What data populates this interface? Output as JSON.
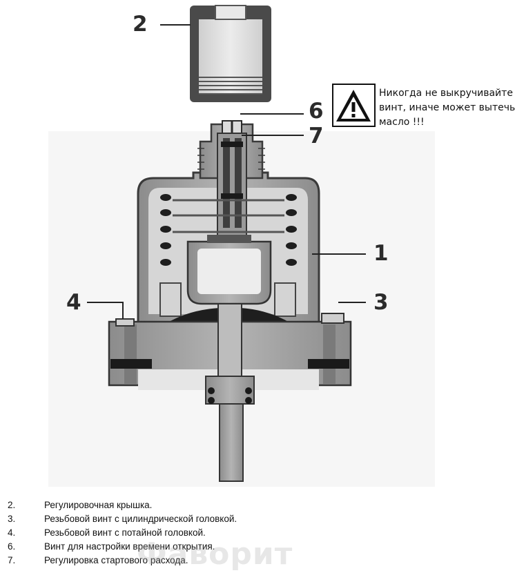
{
  "callouts": [
    {
      "id": "2",
      "label": "2"
    },
    {
      "id": "6",
      "label": "6"
    },
    {
      "id": "7",
      "label": "7"
    },
    {
      "id": "1",
      "label": "1"
    },
    {
      "id": "4",
      "label": "4"
    },
    {
      "id": "3",
      "label": "3"
    }
  ],
  "warning": {
    "icon": "warning-triangle-icon",
    "lines": [
      "Никогда не выкручивайте",
      "винт, иначе может вытечь",
      "масло !!!"
    ]
  },
  "legend": [
    {
      "num": "2.",
      "text": "Регулировочная крышка."
    },
    {
      "num": "3.",
      "text": "Резьбовой винт с цилиндрической головкой."
    },
    {
      "num": "4.",
      "text": "Резьбовой винт с потайной головкой."
    },
    {
      "num": "6.",
      "text": "Винт для настройки времени открытия."
    },
    {
      "num": "7.",
      "text": "Регулировка стартового расхода."
    }
  ],
  "watermark": "Фаворит",
  "colors": {
    "metal": "#a8a8a8",
    "metal_dark": "#6e6e6e",
    "light": "#e4e4e4",
    "black": "#1a1a1a"
  }
}
